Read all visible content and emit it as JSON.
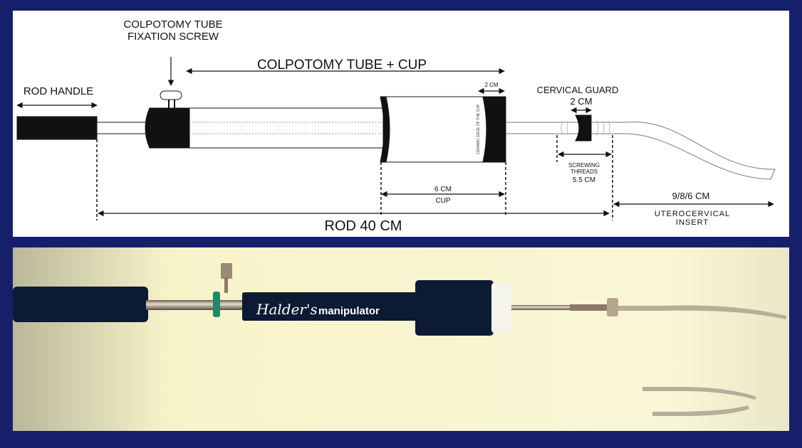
{
  "diagram": {
    "labels": {
      "rod_handle": "ROD HANDLE",
      "fixation_screw_1": "COLPOTOMY TUBE",
      "fixation_screw_2": "FIXATION SCREW",
      "colpotomy_tube_cup": "COLPOTOMY TUBE + CUP",
      "cup_edge_width": "2 CM",
      "ceramic_edge": "CERAMIC EDGE OF THE CUP",
      "cervical_guard": "CERVICAL GUARD",
      "cervical_guard_width": "2 CM",
      "screwing_1": "SCREWING",
      "screwing_2": "THREADS",
      "screwing_3": "5.5 CM",
      "cup_len": "6 CM",
      "cup": "CUP",
      "rod": "ROD 40 CM",
      "insert_len": "9/8/6 CM",
      "insert_1": "UTEROCERVICAL",
      "insert_2": "INSERT"
    }
  },
  "photo": {
    "brand_script": "Halder's",
    "brand_word": "manipulator"
  },
  "colors": {
    "frame": "#16206a",
    "photo_bg": "#f6f2c8",
    "device": "#0d1a33",
    "ring": "#1f8a6a"
  }
}
